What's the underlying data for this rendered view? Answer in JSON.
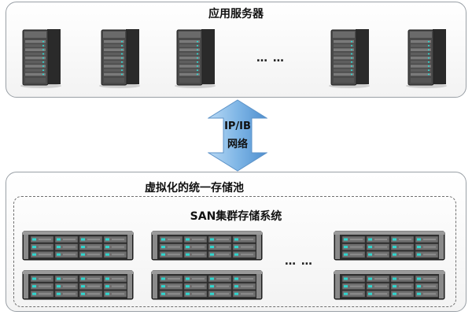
{
  "app_servers": {
    "title": "应用服务器",
    "ellipsis": "… …"
  },
  "network": {
    "line1": "IP/IB",
    "line2": "网络"
  },
  "storage_pool": {
    "title": "虚拟化的统一存储池",
    "san_title": "SAN集群存储系统",
    "ellipsis": "… …"
  },
  "colors": {
    "arrow_fill": "#7fb6e6",
    "panel_border": "#9aa0a6",
    "led_cyan": "#2fd6cf"
  }
}
